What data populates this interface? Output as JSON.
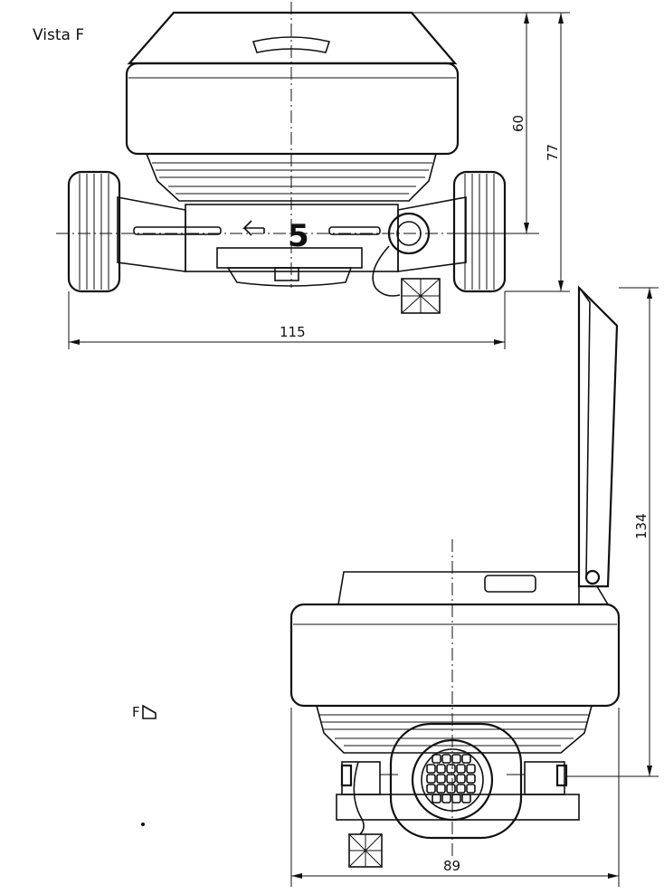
{
  "view_title": "Vista F",
  "dial_digit": "5",
  "view_marker": "F",
  "dimensions": {
    "top_body_height": "60",
    "top_total_height": "77",
    "top_width": "115",
    "lid_open_height": "134",
    "bottom_width": "89"
  },
  "icons": [
    "flow-arrow-icon",
    "seal-cross-box-icon",
    "view-direction-arrow-icon"
  ]
}
